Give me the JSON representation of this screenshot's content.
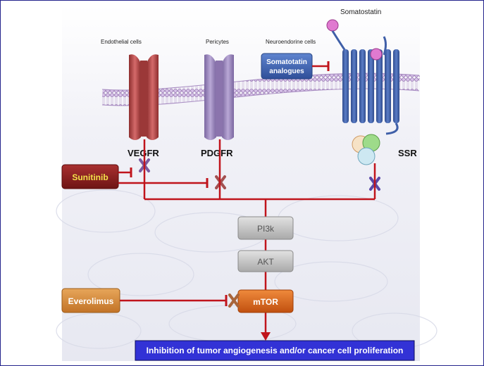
{
  "cell_labels": {
    "endothelial": "Endothelial cells",
    "pericytes": "Pericytes",
    "neuroendocrine": "Neuroendorine cells"
  },
  "ligand": "Somatostatin",
  "analogues": {
    "line1": "Somatotatin",
    "line2": "analogues"
  },
  "receptors": {
    "vegfr": "VEGFR",
    "pdgfr": "PDGFR",
    "ssr": "SSR"
  },
  "drugs": {
    "sunitinib": "Sunitinib",
    "everolimus": "Everolimus"
  },
  "pathway": {
    "pi3k": "PI3k",
    "akt": "AKT",
    "mtor": "mTOR"
  },
  "outcome": "Inhibition of tumor angiogenesis and/or cancer cell proliferation",
  "colors": {
    "vegfr": "#b84a4a",
    "pdgfr": "#9e86bf",
    "ssr": "#3f5fa8",
    "inhibition_line": "#c0141c",
    "sunitinib_box": "#8e1f1f",
    "sunitinib_text": "#f4e24a",
    "everolimus_box": "#d78a3c",
    "mtor_box": "#d9611a",
    "pathway_box": "#c9c9c9",
    "outcome_box": "#3232d6",
    "blocked_x": "#6b4f9e"
  }
}
